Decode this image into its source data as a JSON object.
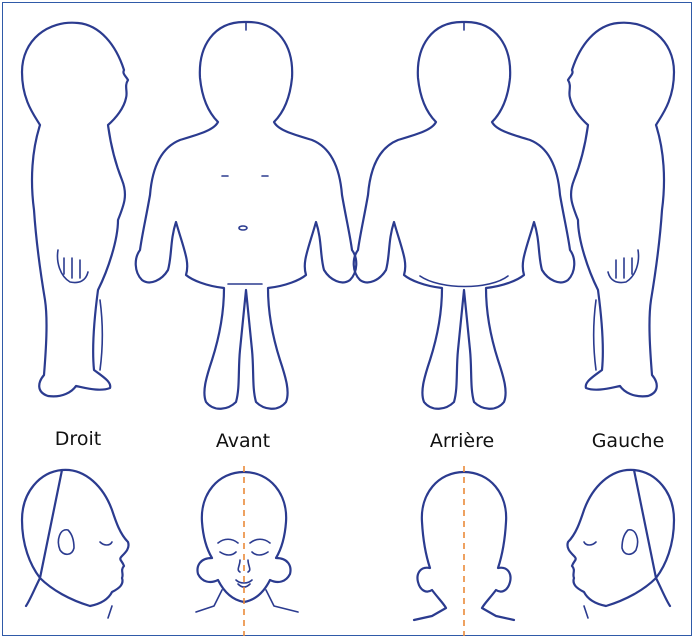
{
  "labels": {
    "droit": "Droit",
    "avant": "Avant",
    "arriere": "Arrière",
    "gauche": "Gauche"
  },
  "colors": {
    "outline": "#2b3b8f",
    "midline": "#e98a3a",
    "border": "#2f5aa8"
  }
}
